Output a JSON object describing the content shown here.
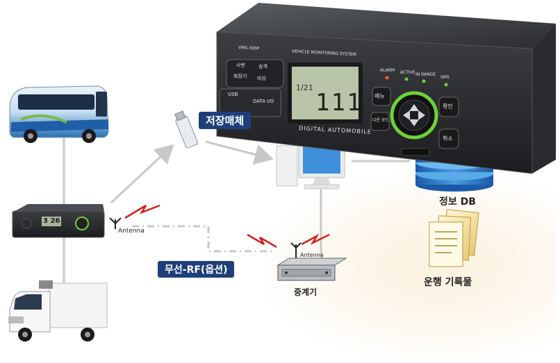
{
  "labels": {
    "storage_media": "저장매체",
    "info_db": "정보 DB",
    "relay": "중계기",
    "wireless_rf": "무선-RF(옵션)",
    "operation_records": "운행 기록물",
    "antenna_left": "Antenna",
    "antenna_relay": "Antenna"
  },
  "device": {
    "model": "VMS-300P",
    "system_title": "VEHICLE MONITORING SYSTEM",
    "brand": "DIGITAL AUTOMOBILE",
    "indicators": [
      "ALARM",
      "ACTIVE",
      "IN RANGE",
      "SMS"
    ],
    "left_buttons": [
      "사번",
      "승객",
      "화장기",
      "비상"
    ],
    "ports": [
      "USB",
      "DATA I/O"
    ],
    "menu_button": "메뉴",
    "code_button": "다운 로드",
    "confirm_button": "확인",
    "cancel_button": "취소",
    "lcd_readout": "111",
    "lcd_small": "1/21"
  },
  "small_unit": {
    "display": "3 26"
  },
  "colors": {
    "tag_bg": "#1f3f7a",
    "line_gray": "#c8c8c8",
    "bolt_red": "#d81f1f",
    "lcd_green": "#b8c4a8",
    "ring_green": "#6fd23a",
    "db_blue": "#1f6fc4"
  }
}
